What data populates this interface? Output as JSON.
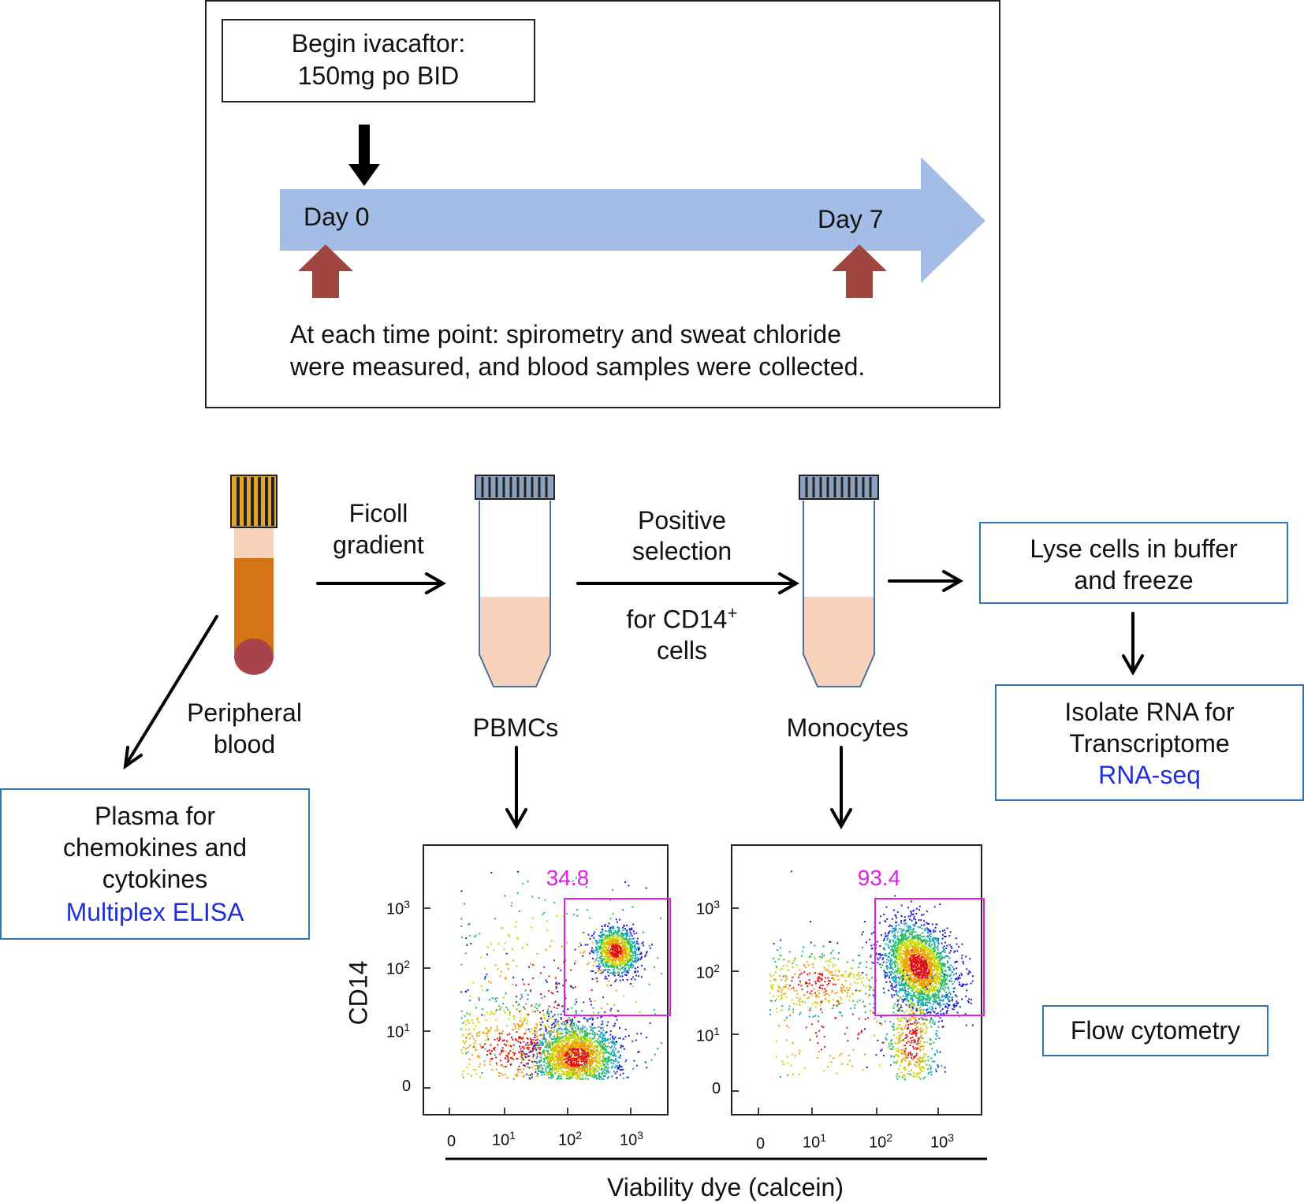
{
  "timeline": {
    "start_box": [
      "Begin ivacaftor:",
      "150mg po BID"
    ],
    "day0": "Day 0",
    "day7": "Day 7",
    "note": [
      "At each time point: spirometry and sweat chloride",
      "were measured, and blood samples were collected."
    ]
  },
  "workflow": {
    "ficoll": [
      "Ficoll",
      "gradient"
    ],
    "positive_selection": [
      "Positive",
      "selection"
    ],
    "for_cd14": "for CD14",
    "cd14_sup": "+",
    "cells": "cells",
    "peripheral_blood": [
      "Peripheral",
      "blood"
    ],
    "pbmcs": "PBMCs",
    "monocytes": "Monocytes",
    "lyse_box": [
      "Lyse cells in buffer",
      "and freeze"
    ],
    "rna_box": [
      "Isolate RNA for",
      "Transcriptome"
    ],
    "rna_method": "RNA-seq",
    "plasma_box": [
      "Plasma for",
      "chemokines and",
      "cytokines"
    ],
    "plasma_method": "Multiplex ELISA",
    "flow_box": "Flow cytometry"
  },
  "plots": {
    "y_label": "CD14",
    "x_label": "Viability dye (calcein)",
    "y_ticks": [
      "0",
      "10",
      "10",
      "10"
    ],
    "y_tick_exp": [
      "",
      "1",
      "2",
      "3"
    ],
    "x_ticks": [
      "0",
      "10",
      "10",
      "10"
    ],
    "x_tick_exp": [
      "",
      "1",
      "2",
      "3"
    ],
    "pbmc_gate": "34.8",
    "mono_gate": "93.4"
  },
  "colors": {
    "timeline_arrow": "#a3bde6",
    "event_arrow": "#a0463f",
    "box_border": "#2e75b6",
    "method_text": "#1f2fe0",
    "gate": "#e11ee1"
  }
}
